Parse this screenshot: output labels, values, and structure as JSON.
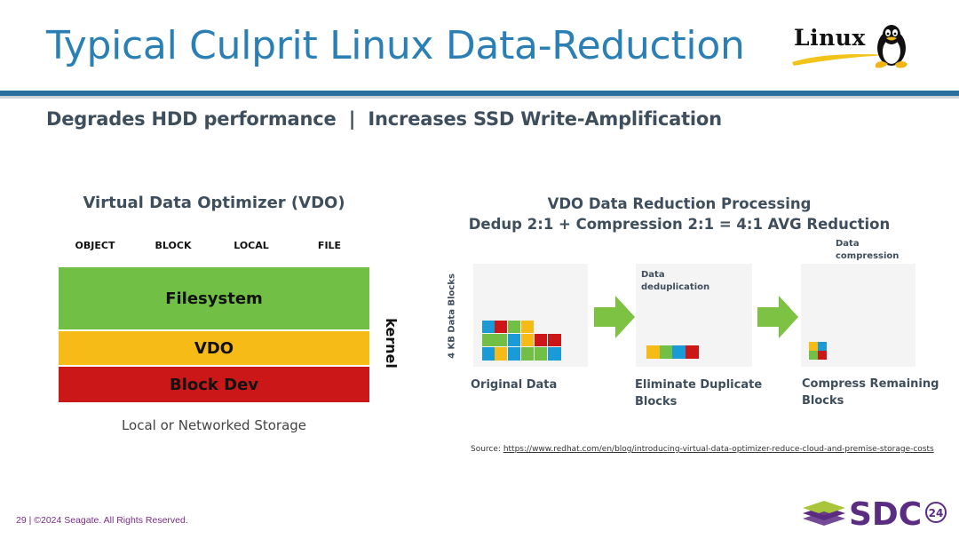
{
  "slide": {
    "title": "Typical Culprit Linux Data-Reduction",
    "subtitle": "Degrades HDD performance  |  Increases SSD Write-Amplification"
  },
  "logo": {
    "text": "Linux"
  },
  "vdo_stack": {
    "title": "Virtual Data Optimizer (VDO)",
    "categories": [
      "OBJECT",
      "BLOCK",
      "LOCAL",
      "FILE"
    ],
    "layers": [
      {
        "label": "Filesystem",
        "color": "#71bf44"
      },
      {
        "label": "VDO",
        "color": "#f6bb17"
      },
      {
        "label": "Block Dev",
        "color": "#cc1719"
      }
    ],
    "side_label": "kernel",
    "footnote": "Local or Networked Storage"
  },
  "processing": {
    "title_line1": "VDO Data Reduction Processing",
    "title_line2": "Dedup 2:1 + Compression 2:1 = 4:1 AVG Reduction",
    "axis_label": "4 KB Data Blocks",
    "panel2_label_line1": "Data",
    "panel2_label_line2": "deduplication",
    "panel3_label_line1": "Data",
    "panel3_label_line2": "compression",
    "captions": [
      {
        "line1": "Original Data",
        "line2": ""
      },
      {
        "line1": "Eliminate Duplicate",
        "line2": "Blocks"
      },
      {
        "line1": "Compress Remaining",
        "line2": "Blocks"
      }
    ],
    "colors": {
      "blue": "#1a9ad6",
      "green": "#71bf44",
      "yellow": "#f6bb17",
      "red": "#cc1719",
      "arrow": "#7dc242"
    }
  },
  "source": {
    "prefix": "Source: ",
    "url": "https://www.redhat.com/en/blog/introducing-virtual-data-optimizer-reduce-cloud-and-premise-storage-costs"
  },
  "footer": {
    "text": "29 | ©2024 Seagate. All Rights Reserved.",
    "brand": "SDC",
    "brand_year": "24"
  }
}
